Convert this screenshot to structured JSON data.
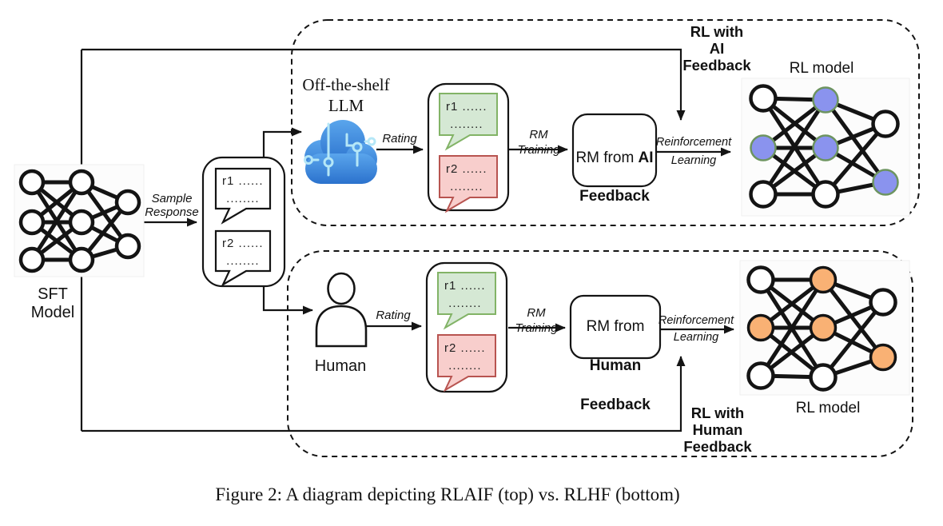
{
  "figure": {
    "caption": "Figure 2: A diagram depicting RLAIF (top) vs. RLHF (bottom)"
  },
  "nodes": {
    "sft_model": {
      "label": "SFT\nModel"
    },
    "responses": {
      "r1": "r1 ......\n ........",
      "r2": "r2 ......\n ........"
    },
    "llm": {
      "label": "Off-the-shelf\nLLM"
    },
    "human": {
      "label": "Human"
    },
    "rm_ai": {
      "prefix": "RM from ",
      "bold": "AI",
      "line2": "Feedback"
    },
    "rm_human": {
      "line1": "RM from",
      "line2": "Human",
      "line3": "Feedback"
    },
    "rl_model_top": {
      "label": "RL model"
    },
    "rl_model_bottom": {
      "label": "RL model"
    }
  },
  "edges": {
    "sample_response": "Sample\nResponse",
    "rating_top": "Rating",
    "rating_bottom": "Rating",
    "rm_training_top": "RM\nTraining",
    "rm_training_bottom": "RM\nTraining",
    "reinforcement_top": "Reinforcement\nLearning",
    "reinforcement_bottom": "Reinforcement\nLearning"
  },
  "loops": {
    "rl_with_ai": "RL with\nAI\nFeedback",
    "rl_with_human": "RL with\nHuman\nFeedback"
  },
  "colors": {
    "node_blue": "#8a93ee",
    "node_orange": "#f9b174",
    "bubble_green_fill": "#d5e8d4",
    "bubble_green_stroke": "#82b366",
    "bubble_red_fill": "#f8cecc",
    "bubble_red_stroke": "#b85450",
    "cloud_blue_light": "#5aa5ec",
    "cloud_blue_dark": "#2b72cd",
    "circuit_trace": "#b5e7f7",
    "line_black": "#141414"
  }
}
